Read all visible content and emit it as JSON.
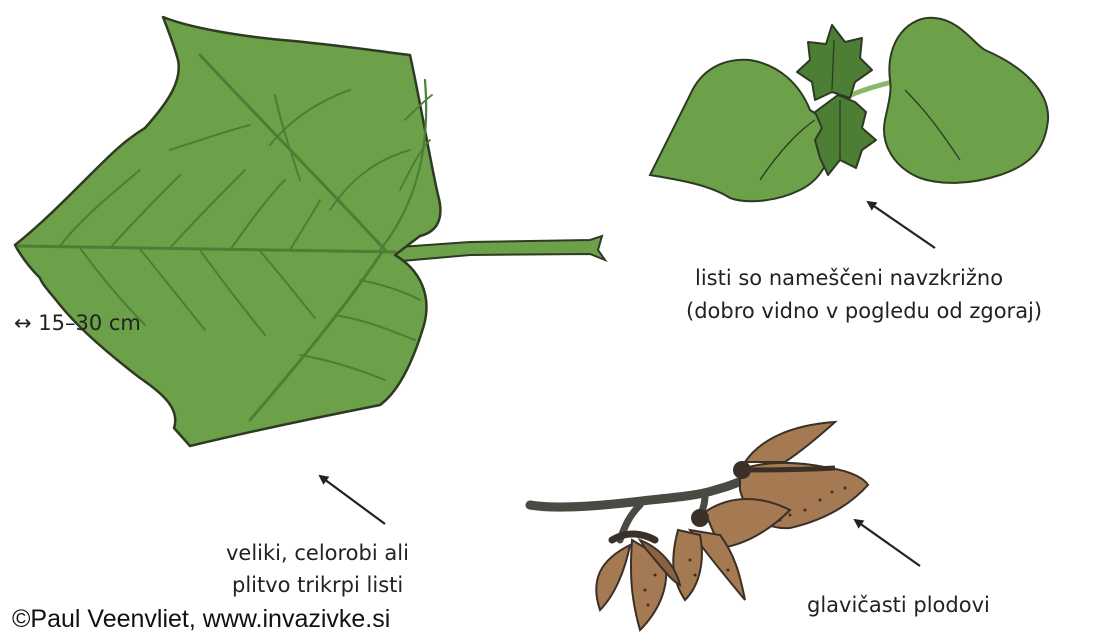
{
  "labels": {
    "scale": "↔ 15–30 cm",
    "opposite_line1": "listi so nameščeni navzkrižno",
    "opposite_line2": "(dobro vidno v pogledu od zgoraj)",
    "leaf_line1": "veliki, celorobi ali",
    "leaf_line2": "plitvo trikrpi listi",
    "fruit": "glavičasti plodovi"
  },
  "credit": "©Paul Veenvliet, www.invazivke.si",
  "colors": {
    "leaf_fill": "#6ca14a",
    "leaf_dark": "#4c7f35",
    "outline": "#2e3a22",
    "capsule_fill": "#a57a52",
    "capsule_dark": "#3b3027",
    "branch": "#4a4a44",
    "arrow": "#222222"
  }
}
